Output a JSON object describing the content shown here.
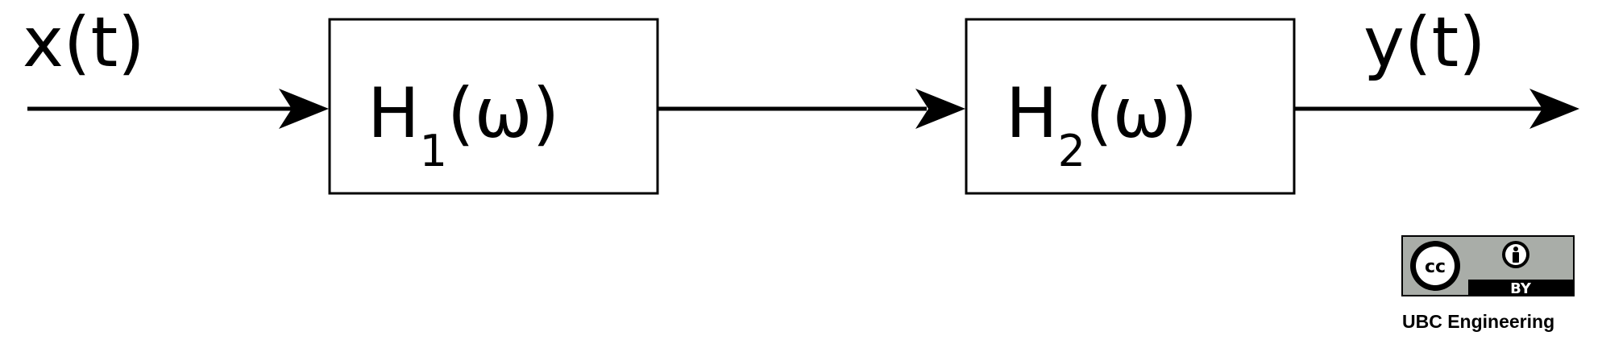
{
  "input_signal": "x(t)",
  "output_signal": "y(t)",
  "blocks": [
    {
      "main": "H",
      "subscript": "1",
      "argument": "(ω)"
    },
    {
      "main": "H",
      "subscript": "2",
      "argument": "(ω)"
    }
  ],
  "license_badge": {
    "cc_mark": "cc",
    "by_label": "BY",
    "icons": [
      "creative-commons-icon",
      "attribution-person-icon"
    ]
  },
  "credit_text": "UBC Engineering"
}
